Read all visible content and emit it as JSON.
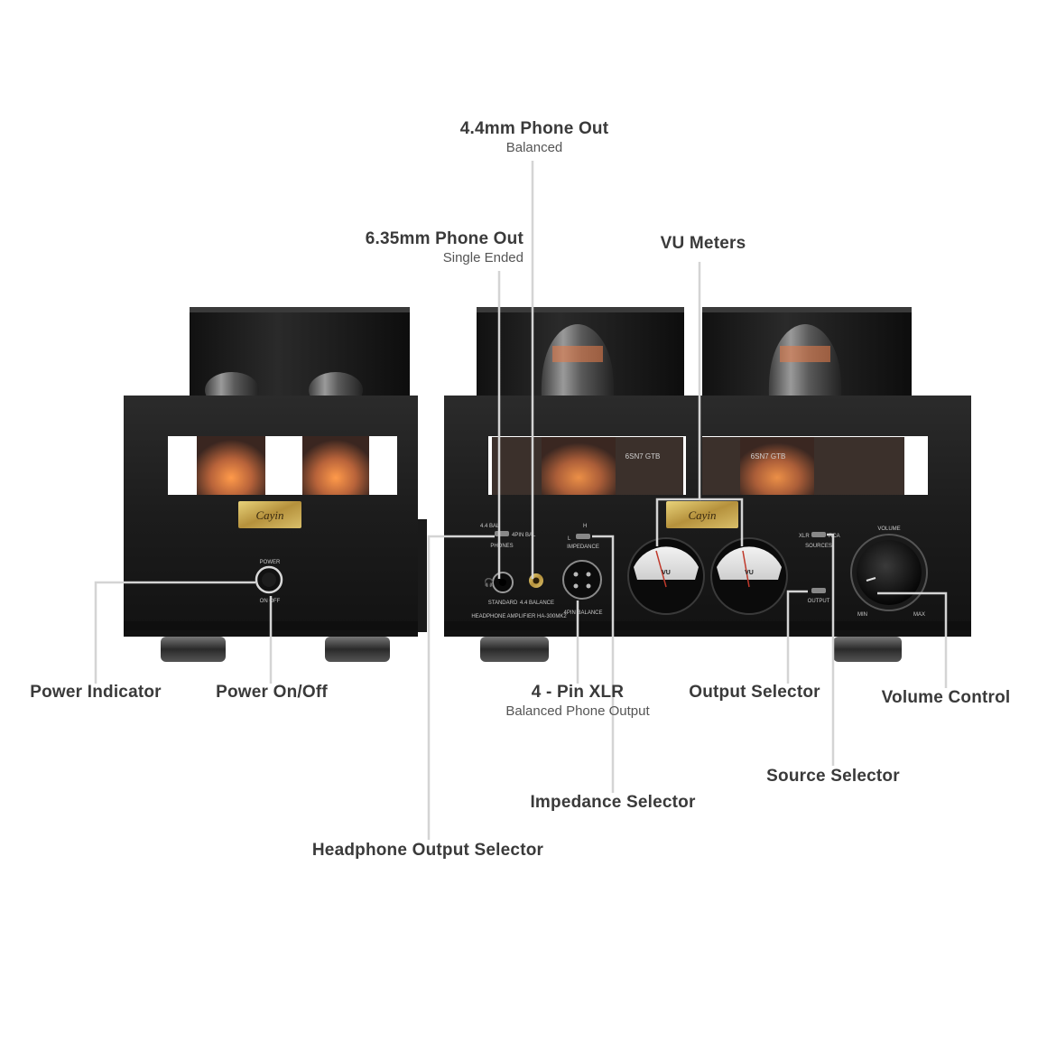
{
  "product": {
    "brand_logo": "Cayin",
    "panel": {
      "power": "POWER",
      "power_states": "ON  OFF",
      "phones": "PHONES",
      "phones_opts_a": "4.4 BAL",
      "phones_opts_b": "4PIN BAL",
      "standard": "STANDARD",
      "balance_44": "4.4 BALANCE",
      "model": "HEADPHONE AMPLIFIER HA-300MK2",
      "impedance": "IMPEDANCE",
      "imp_h": "H",
      "imp_l": "L",
      "xlr_4pin": "4PIN BALANCE",
      "vu": "VU",
      "sources": "SOURCES",
      "xlr": "XLR",
      "rca": "RCA",
      "output": "OUTPUT",
      "volume": "VOLUME",
      "min": "MIN",
      "max": "MAX",
      "tube_code": "6SN7 GTB"
    }
  },
  "callouts": {
    "phone_out_44": {
      "title": "4.4mm Phone Out",
      "subtitle": "Balanced"
    },
    "phone_out_635": {
      "title": "6.35mm Phone Out",
      "subtitle": "Single Ended"
    },
    "vu_meters": {
      "title": "VU Meters"
    },
    "power_indicator": {
      "title": "Power Indicator"
    },
    "power_onoff": {
      "title": "Power On/Off"
    },
    "xlr_4pin": {
      "title": "4 - Pin XLR",
      "subtitle": "Balanced Phone Output"
    },
    "output_selector": {
      "title": "Output Selector"
    },
    "volume_control": {
      "title": "Volume Control"
    },
    "source_selector": {
      "title": "Source Selector"
    },
    "impedance_selector": {
      "title": "Impedance Selector"
    },
    "headphone_output_selector": {
      "title": "Headphone Output Selector"
    }
  }
}
